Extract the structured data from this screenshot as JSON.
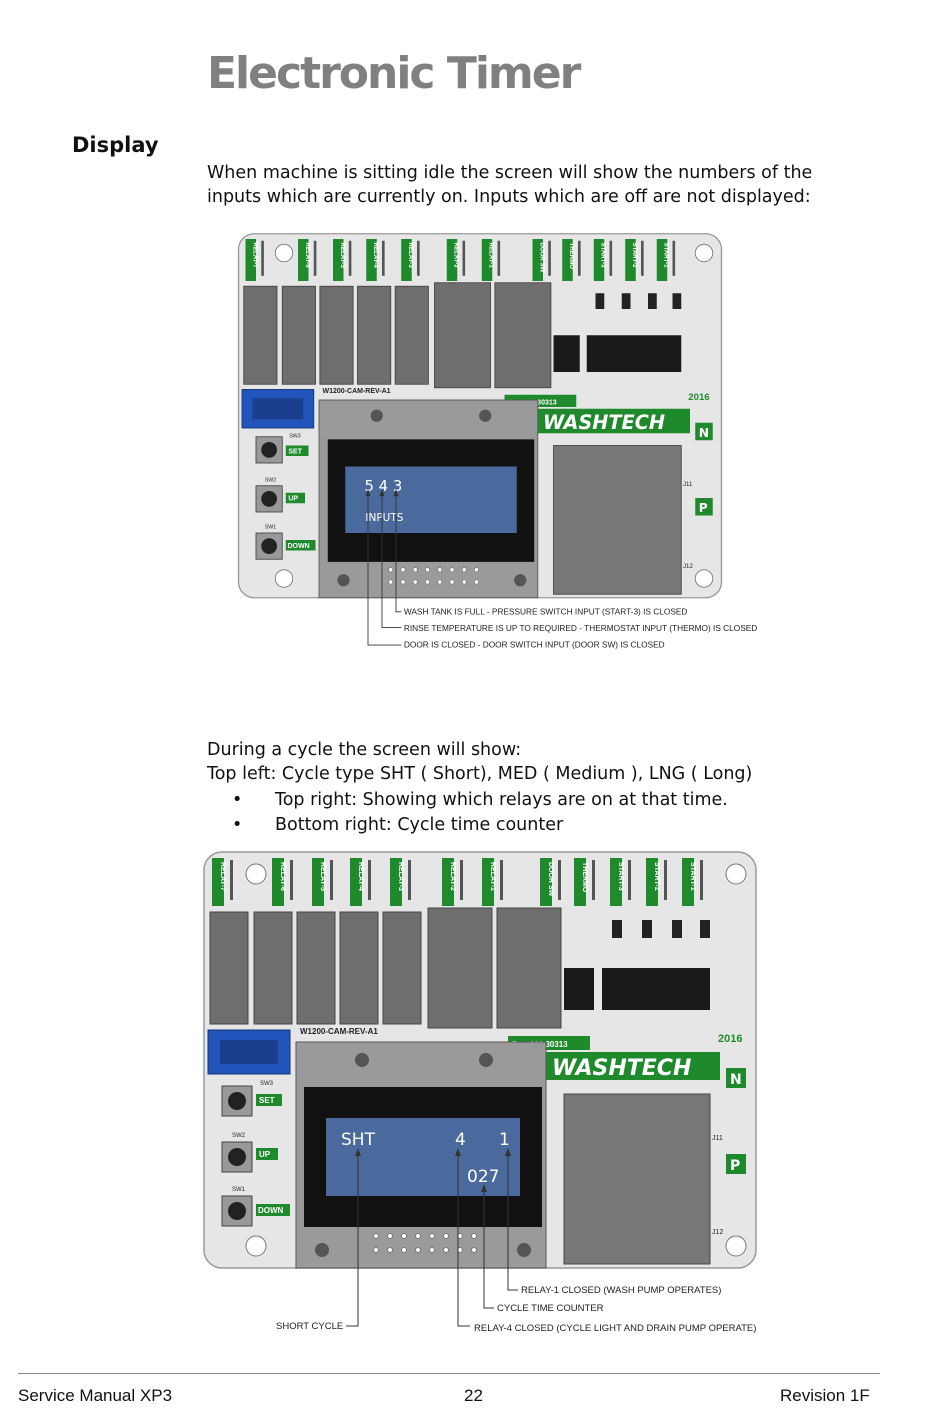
{
  "page": {
    "title": "Electronic Timer",
    "section": "Display",
    "intro_line1": "When machine is sitting idle the screen will show the numbers of the",
    "intro_line2": "inputs which are currently on. Inputs which are off are not displayed:",
    "cycle_intro": "During a cycle the screen will show:",
    "top_left": "Top left: Cycle type SHT ( Short), MED ( Medium ), LNG ( Long)",
    "bullets": [
      "Top right: Showing which relays are on at that time.",
      "Bottom right: Cycle time counter"
    ]
  },
  "board": {
    "connector_labels": [
      "RELAY-7",
      "RELAY-6",
      "RELAY-5",
      "RELAY-4",
      "RELAY-3",
      "RELAY-2",
      "RELAY-1",
      "DOOR SW",
      "THERMO",
      "START-3",
      "START-2",
      "START-1"
    ],
    "cam_label": "W1200-CAM-REV-A1",
    "part_label": "Part 600 30313",
    "brand": "WASHTECH",
    "year": "2016",
    "n_label": "N",
    "p_label": "P",
    "button_labels": [
      "SET",
      "UP",
      "DOWN"
    ],
    "switch_labels": [
      "SW3",
      "SW2",
      "SW1"
    ],
    "j11": "J11",
    "j12": "J12",
    "colors": {
      "pcb": "#e6e6e6",
      "green": "#1e8a2c",
      "lcd": "#4a6a9e",
      "blue_connector": "#2255bb"
    }
  },
  "display1": {
    "line1": "5 4 3",
    "line2": "INPUTS",
    "annotations": [
      "WASH TANK IS FULL - PRESSURE SWITCH INPUT (START-3) IS CLOSED",
      "RINSE TEMPERATURE IS UP TO REQUIRED - THERMOSTAT INPUT (THERMO) IS CLOSED",
      "DOOR IS CLOSED - DOOR SWITCH INPUT (DOOR SW) IS CLOSED"
    ]
  },
  "display2": {
    "cycle": "SHT",
    "relay_a": "4",
    "relay_b": "1",
    "counter": "027",
    "annotations": {
      "relay1": "RELAY-1 CLOSED (WASH PUMP OPERATES)",
      "counter": "CYCLE TIME COUNTER",
      "short": "SHORT CYCLE",
      "relay4": "RELAY-4 CLOSED (CYCLE LIGHT AND DRAIN PUMP OPERATE)"
    }
  },
  "footer": {
    "left": "Service Manual XP3",
    "center": "22",
    "right": "Revision 1F"
  }
}
